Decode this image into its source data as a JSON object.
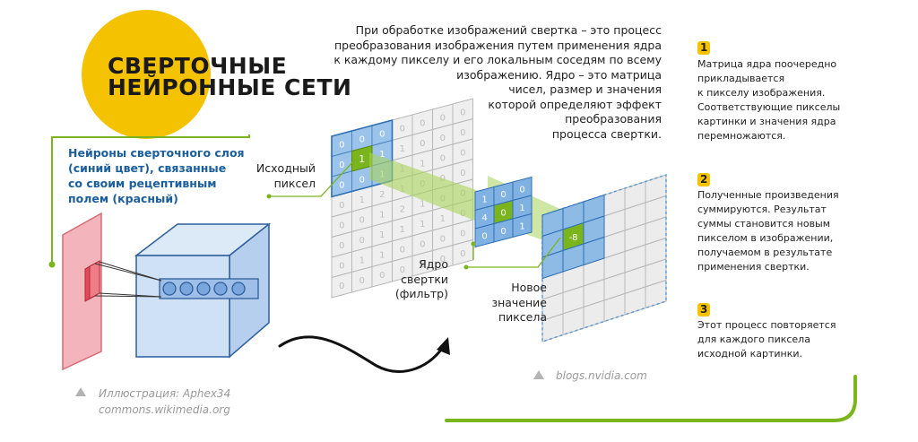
{
  "title": {
    "line1": "СВЕРТОЧНЫЕ",
    "line2": "НЕЙРОННЫЕ СЕТИ"
  },
  "left_caption": {
    "lines": [
      "Нейроны сверточного слоя",
      "(синий цвет), связанные",
      "со своим рецептивным",
      "полем (красный)"
    ]
  },
  "intro": {
    "lines": [
      "При обработке изображений свертка – это процесс",
      "преобразования изображения путем применения ядра",
      "к каждому пикселу и его локальным соседям по всему",
      "изображению. Ядро – это матрица",
      "чисел, размер и значения",
      "которой определяют эффект",
      "преобразования",
      "процесса свертки."
    ]
  },
  "labels": {
    "source_pixel": [
      "Исходный",
      "пиксел"
    ],
    "kernel": [
      "Ядро",
      "свертки",
      "(фильтр)"
    ],
    "new_value": [
      "Новое",
      "значение",
      "пиксела"
    ]
  },
  "matrix": {
    "source_values": [
      [
        "0",
        "0",
        "0",
        "0",
        "0",
        "0",
        "0"
      ],
      [
        "0",
        "1",
        "1",
        "1",
        "0",
        "0",
        "0"
      ],
      [
        "0",
        "0",
        "1",
        "1",
        "1",
        "0",
        "0"
      ],
      [
        "0",
        "1",
        "2",
        "1",
        "0",
        "0",
        "0"
      ],
      [
        "0",
        "0",
        "1",
        "2",
        "1",
        "0",
        "0"
      ],
      [
        "0",
        "0",
        "1",
        "1",
        "1",
        "1",
        "0"
      ],
      [
        "0",
        "1",
        "1",
        "0",
        "0",
        "0",
        "0"
      ],
      [
        "0",
        "0",
        "0",
        "0",
        "0",
        "0",
        "0"
      ]
    ],
    "source_pixel_value": "1",
    "kernel_values": [
      [
        "1",
        "0",
        "0"
      ],
      [
        "4",
        "0",
        "1"
      ],
      [
        "0",
        "0",
        "1"
      ]
    ],
    "kernel_center_value": "0",
    "result_value": "-8"
  },
  "steps": [
    {
      "num": "1",
      "lines": [
        "Матрица ядра поочередно",
        "прикладывается",
        "к пикселу изображения.",
        "Соответствующие пикселы",
        "картинки и значения ядра",
        "перемножаются."
      ]
    },
    {
      "num": "2",
      "lines": [
        "Полученные произведения",
        "суммируются. Результат",
        "суммы становится новым",
        "пикселом в изображении,",
        "получаемом в результате",
        "применения свертки."
      ]
    },
    {
      "num": "3",
      "lines": [
        "Этот процесс повторяется",
        "для каждого пиксела",
        "исходной картинки."
      ]
    }
  ],
  "credits": {
    "left": [
      "Иллюстрация: Aphex34",
      "commons.wikimedia.org"
    ],
    "right": "blogs.nvidia.com"
  },
  "colors": {
    "accent_yellow": "#f5c200",
    "green": "#7ab51d",
    "blue_grid": "#5b9bd5",
    "caption_blue": "#1b5e9c",
    "receptive_red": "#e04a5a"
  },
  "icons": [
    "triangle-icon",
    "curved-arrow-icon"
  ]
}
